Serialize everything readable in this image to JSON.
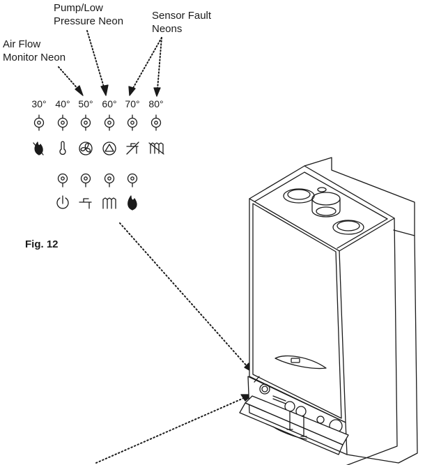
{
  "labels": {
    "pump_low_pressure": [
      "Pump/Low",
      "Pressure Neon"
    ],
    "sensor_fault": [
      "Sensor Fault",
      "Neons"
    ],
    "air_flow": [
      "Air Flow",
      "Monitor Neon"
    ]
  },
  "temperatures": [
    "30°",
    "40°",
    "50°",
    "60°",
    "70°",
    "80°"
  ],
  "figure_label": "Fig. 12",
  "top_row_icons": [
    "flame-struck-icon",
    "thermometer-icon",
    "fan-icon",
    "pump-triangle-icon",
    "tap-struck-icon",
    "radiator-struck-icon"
  ],
  "bottom_row_icons": [
    "power-icon",
    "tap-icon",
    "radiator-icon",
    "flame-icon"
  ],
  "colors": {
    "line": "#1a1a1a"
  }
}
